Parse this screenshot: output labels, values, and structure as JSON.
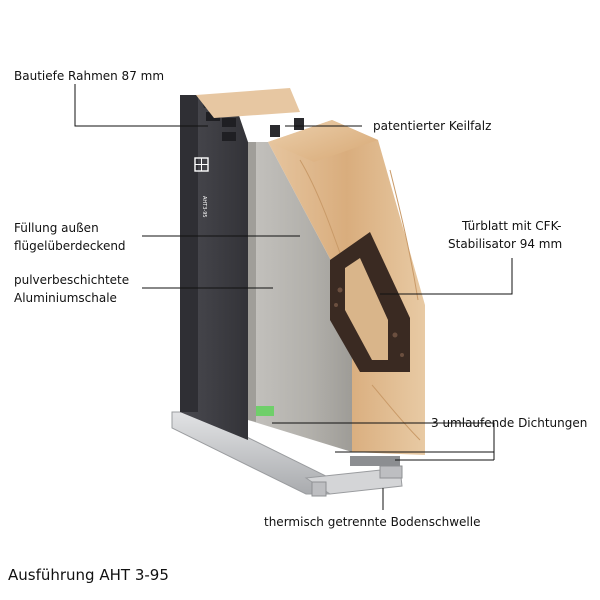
{
  "labels": {
    "frame_depth": "Bautiefe Rahmen 87 mm",
    "wedge_rebate": "patentierter Keilfalz",
    "filling_line1": "Füllung außen",
    "filling_line2": "flügelüberdeckend",
    "door_leaf_line1": "Türblatt mit CFK-",
    "door_leaf_line2": "Stabilisator 94 mm",
    "aluminium_line1": "pulverbeschichtete",
    "aluminium_line2": "Aluminiumschale",
    "seals": "3 umlaufende Dichtungen",
    "threshold": "thermisch getrennte Bodenschwelle"
  },
  "frame_mark": "AHT3-95",
  "caption": "Ausführung AHT 3-95",
  "colors": {
    "frame": "#3f3f44",
    "aluminium_panel": "#b5b3ae",
    "wood": "#dcb58c",
    "insulation": "#3a2a22",
    "threshold": "#c9cacc",
    "leader_line": "#111111"
  }
}
